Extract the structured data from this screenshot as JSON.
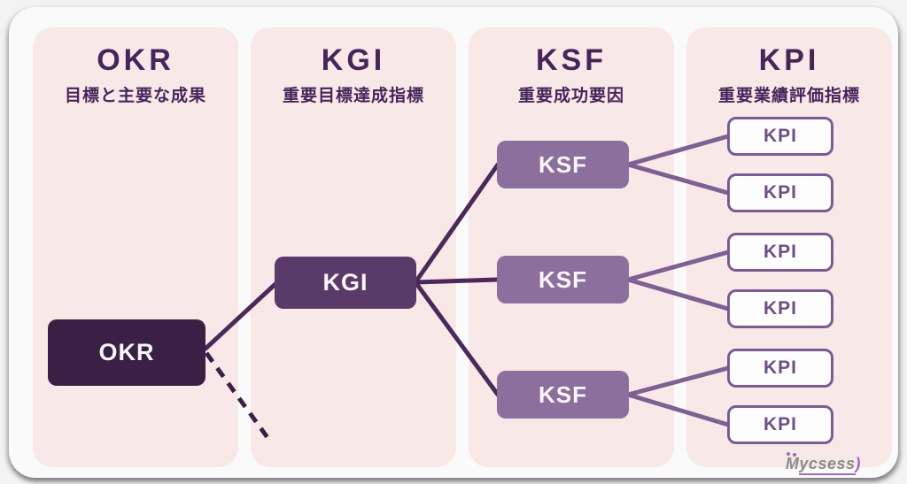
{
  "columns": [
    {
      "title": "OKR",
      "subtitle": "目標と主要な成果"
    },
    {
      "title": "KGI",
      "subtitle": "重要目標達成指標"
    },
    {
      "title": "KSF",
      "subtitle": "重要成功要因"
    },
    {
      "title": "KPI",
      "subtitle": "重要業績評価指標"
    }
  ],
  "tree": {
    "okr_label": "OKR",
    "kgi_label": "KGI",
    "ksf_labels": [
      "KSF",
      "KSF",
      "KSF"
    ],
    "kpi_labels": [
      "KPI",
      "KPI",
      "KPI",
      "KPI",
      "KPI",
      "KPI"
    ]
  },
  "logo": {
    "m": "M",
    "rest": "ycsess",
    "suffix": ")"
  },
  "colors": {
    "card_bg": "#fbfafb",
    "column_bg": "#f9e8e8",
    "heading_text": "#46255a",
    "okr_box": "#3a2044",
    "kgi_box": "#5a3a69",
    "ksf_box": "#8c6f9d",
    "kpi_border": "#7b5b91",
    "kpi_text": "#6e4e86",
    "connector_dark": "#4a2a58",
    "connector_light": "#7e6093",
    "dashed_line": "#3a2044",
    "logo_text": "#8b8b8b",
    "logo_accent": "#9b6bbd"
  }
}
